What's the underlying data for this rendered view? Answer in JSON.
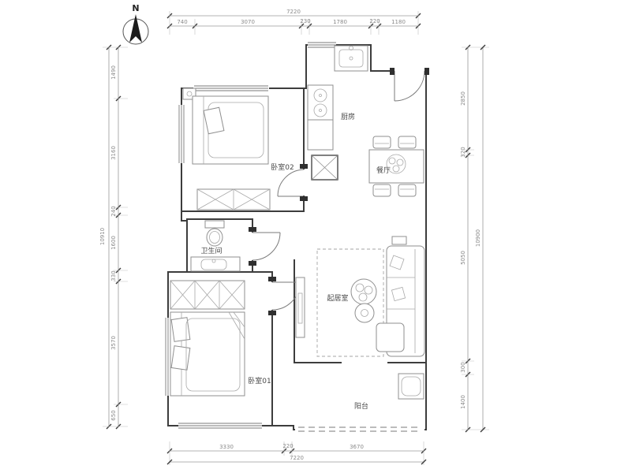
{
  "compass": {
    "label": "N"
  },
  "rooms": {
    "bedroom02": "卧室02",
    "kitchen": "厨房",
    "dining": "餐厅",
    "bathroom": "卫生间",
    "living": "起居室",
    "bedroom01": "卧室01",
    "balcony": "阳台"
  },
  "dims": {
    "top_total": "7220",
    "top": [
      "740",
      "3070",
      "230",
      "1780",
      "220",
      "1180"
    ],
    "bottom_total": "7220",
    "bottom": [
      "3330",
      "220",
      "3670"
    ],
    "left_total": "10910",
    "left": [
      "1490",
      "3160",
      "240",
      "1600",
      "330",
      "3570",
      "650"
    ],
    "right_total": "10900",
    "right": [
      "2850",
      "320",
      "5050",
      "300",
      "1400"
    ]
  }
}
